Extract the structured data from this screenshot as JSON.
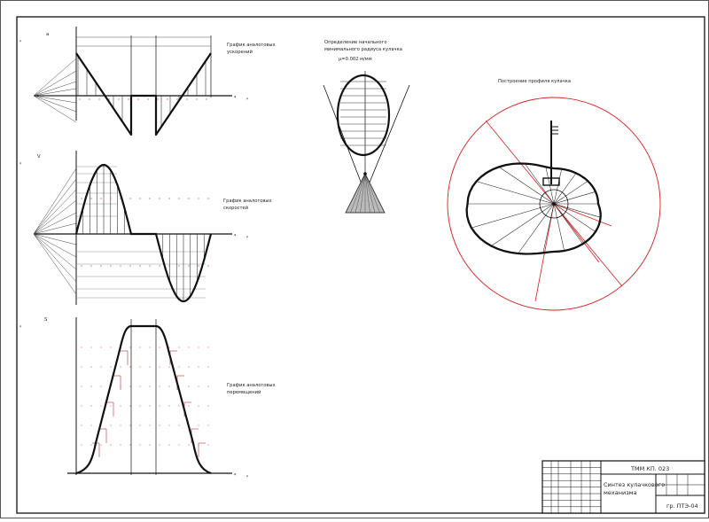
{
  "graphs": {
    "acceleration": {
      "title_l1": "График аналоговых",
      "title_l2": "ускорений",
      "axis_sym": "a",
      "scale_sym": "μ",
      "x_label": "μ"
    },
    "velocity": {
      "title_l1": "График аналоговых",
      "title_l2": "скоростей",
      "axis_sym": "V",
      "scale_sym": "μ",
      "x_label": "μ"
    },
    "displacement": {
      "title_l1": "График аналоговых",
      "title_l2": "перемещений",
      "axis_sym": "S",
      "scale_sym": "μ",
      "x_label": "μ"
    }
  },
  "radius_section": {
    "title_l1": "Определение начального",
    "title_l2": "минимального радиуса кулачка",
    "scale": "μ=0.002 м/мм"
  },
  "cam_section": {
    "title": "Построение профиля кулачка"
  },
  "title_block": {
    "code": "ТММ КП. 023",
    "name_l1": "Синтез кулачкового",
    "name_l2": "механизма",
    "org": "гр. ПТЭ-04"
  },
  "colors": {
    "line": "#111111",
    "construction": "#cc2222",
    "background": "#ffffff"
  }
}
